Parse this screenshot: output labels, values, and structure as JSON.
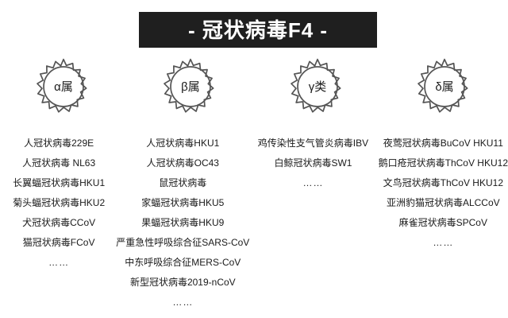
{
  "title": {
    "text": "- 冠状病毒F4 -"
  },
  "colors": {
    "banner_background": "#1f1f1f",
    "banner_text": "#ffffff",
    "page_background": "#ffffff",
    "body_text": "#1a1a1a",
    "badge_outline": "#555555"
  },
  "groups": [
    {
      "id": "alpha",
      "badge_label": "α属",
      "icon": "coronavirus-gear-icon",
      "items": [
        "人冠状病毒229E",
        "人冠状病毒 NL63",
        "长翼蝠冠状病毒HKU1",
        "菊头蝠冠状病毒HKU2",
        "犬冠状病毒CCoV",
        "猫冠状病毒FCoV",
        "……"
      ]
    },
    {
      "id": "beta",
      "badge_label": "β属",
      "icon": "coronavirus-gear-icon",
      "items": [
        "人冠状病毒HKU1",
        "人冠状病毒OC43",
        "鼠冠状病毒",
        "家蝠冠状病毒HKU5",
        "果蝠冠状病毒HKU9",
        "严重急性呼吸综合征SARS-CoV",
        "中东呼吸综合征MERS-CoV",
        "新型冠状病毒2019-nCoV",
        "……"
      ]
    },
    {
      "id": "gamma",
      "badge_label": "γ类",
      "icon": "coronavirus-gear-icon",
      "items": [
        "鸡传染性支气管炎病毒IBV",
        "白鲸冠状病毒SW1",
        "……"
      ]
    },
    {
      "id": "delta",
      "badge_label": "δ属",
      "icon": "coronavirus-gear-icon",
      "items": [
        "夜莺冠状病毒BuCoV HKU11",
        "鹅口疮冠状病毒ThCoV HKU12",
        "文鸟冠状病毒ThCoV HKU12",
        "亚洲豹猫冠状病毒ALCCoV",
        "麻雀冠状病毒SPCoV",
        "……"
      ]
    }
  ]
}
